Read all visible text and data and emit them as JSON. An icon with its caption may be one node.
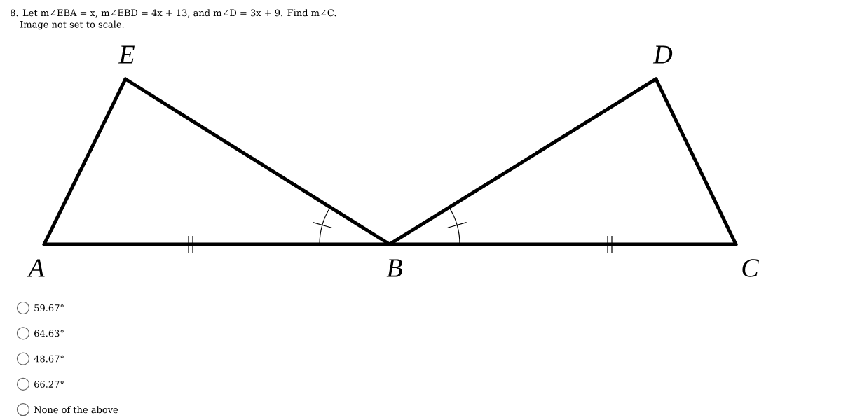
{
  "diagram": {
    "title": "8. Let m∠EBA = x, m∠EBD = 4x + 13, and m∠D = 3x + 9. Find m∠C.",
    "nodes": [
      {
        "text": [
          "A"
        ]
      },
      {
        "text": [
          "E"
        ]
      },
      {
        "text": [
          "B"
        ]
      },
      {
        "text": [
          "D"
        ]
      },
      {
        "text": [
          "C"
        ]
      }
    ],
    "edges": [
      {
        "from": 0,
        "to": 1,
        "arrow": "none"
      },
      {
        "from": 1,
        "to": 2,
        "arrow": "none"
      },
      {
        "from": 0,
        "to": 2,
        "arrow": "none"
      },
      {
        "from": 2,
        "to": 3,
        "arrow": "none"
      },
      {
        "from": 3,
        "to": 4,
        "arrow": "none"
      },
      {
        "from": 2,
        "to": 4,
        "arrow": "none"
      }
    ],
    "labels": [
      "Image not set to scale.",
      "59.67°",
      "64.63°",
      "48.67°",
      "66.27°",
      "None of the above"
    ]
  }
}
